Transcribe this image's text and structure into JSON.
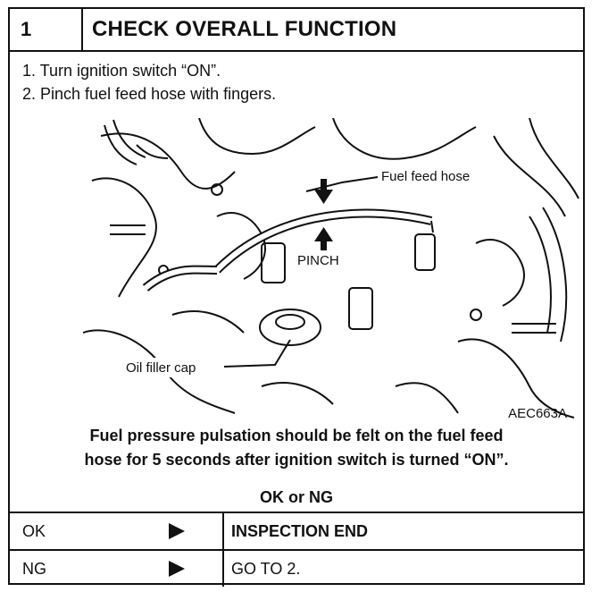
{
  "header": {
    "number": "1",
    "title": "CHECK OVERALL FUNCTION"
  },
  "steps": [
    "1.  Turn ignition switch “ON”.",
    "2.  Pinch fuel feed hose with fingers."
  ],
  "figure": {
    "labels": {
      "fuel_feed_hose": "Fuel feed hose",
      "pinch": "PINCH",
      "oil_filler_cap": "Oil filler cap"
    },
    "code": "AEC663A"
  },
  "note": [
    "Fuel pressure pulsation should be felt on the fuel feed",
    "hose for 5 seconds after ignition switch is turned “ON”."
  ],
  "result_prompt": "OK or NG",
  "outcomes": [
    {
      "result": "OK",
      "action": "INSPECTION END"
    },
    {
      "result": "NG",
      "action": "GO TO 2."
    }
  ]
}
